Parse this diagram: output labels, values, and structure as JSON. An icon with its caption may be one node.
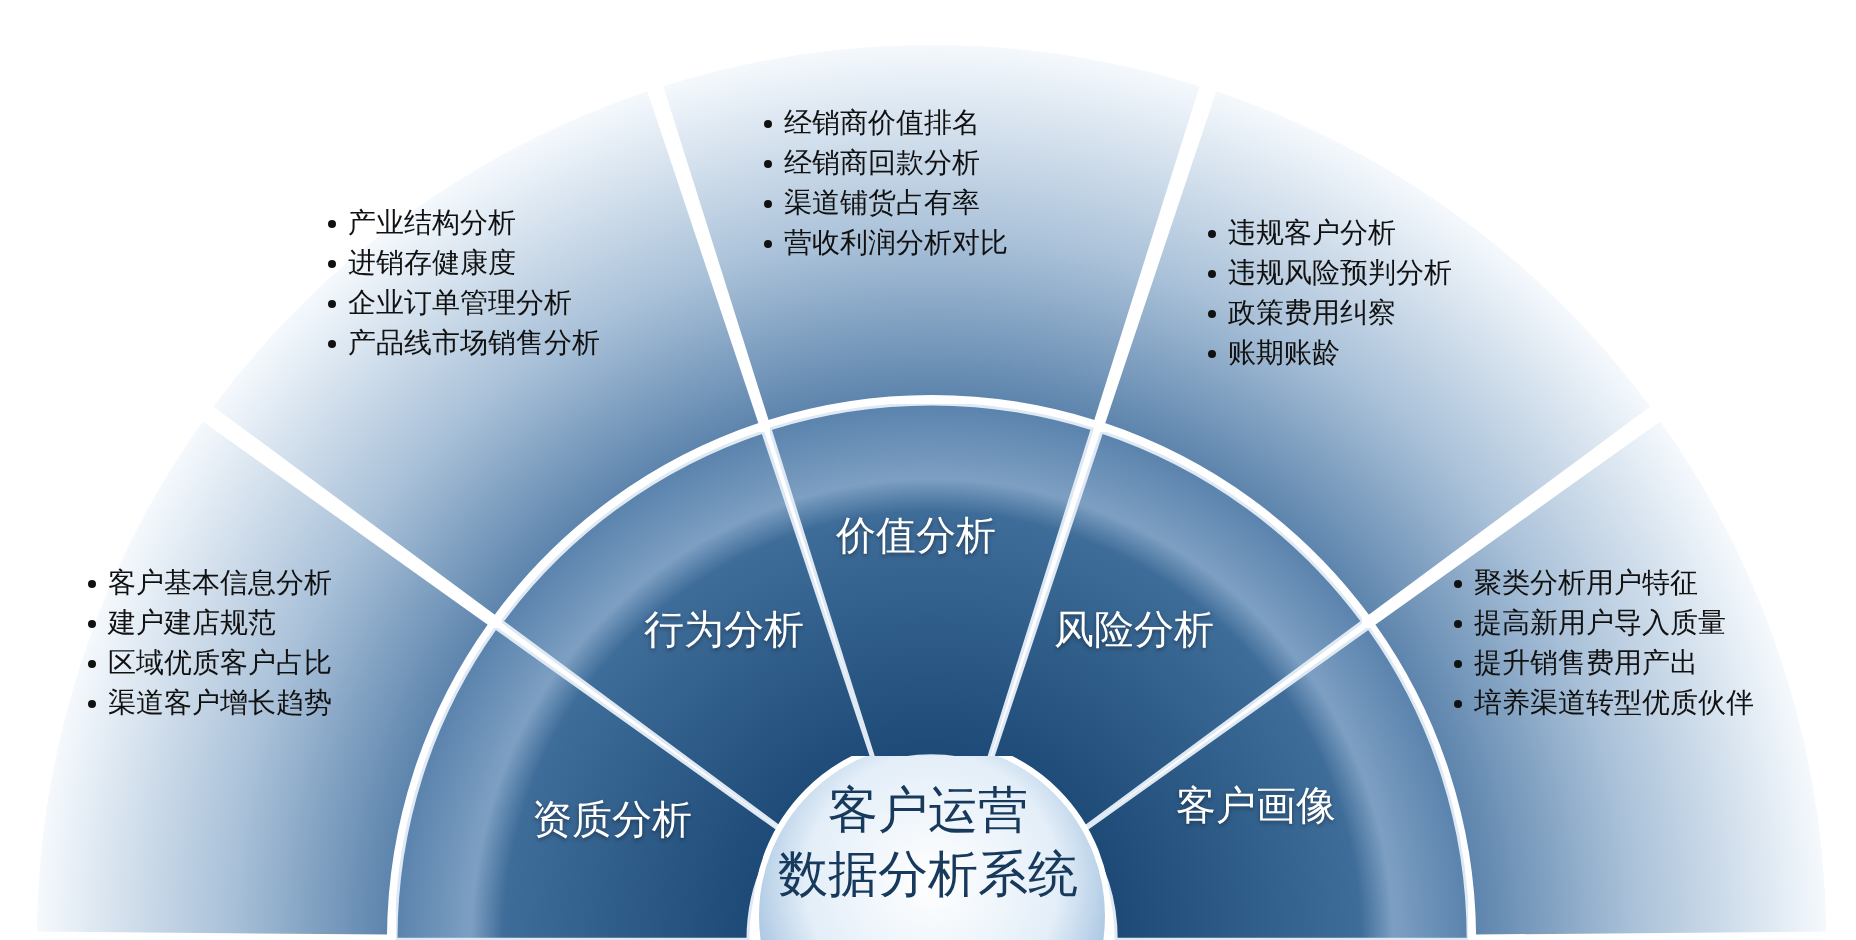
{
  "diagram": {
    "nodes": [
      {
        "text": [
          "客户基本信息分析",
          "建户建店规范",
          "区域优质客户占比",
          "渠道客户增长趋势"
        ]
      },
      {
        "text": [
          "产业结构分析",
          "进销存健康度",
          "企业订单管理分析",
          "产品线市场销售分析"
        ]
      },
      {
        "text": [
          "经销商价值排名",
          "经销商回款分析",
          "渠道铺货占有率",
          "营收利润分析对比"
        ]
      },
      {
        "text": [
          "违规客户分析",
          "违规风险预判分析",
          "政策费用纠察",
          "账期账龄"
        ]
      },
      {
        "text": [
          "聚类分析用户特征",
          "提高新用户导入质量",
          "提升销售费用产出",
          "培养渠道转型优质伙伴"
        ]
      },
      {
        "text": [
          "资质分析"
        ]
      },
      {
        "text": [
          "行为分析"
        ]
      },
      {
        "text": [
          "价值分析"
        ]
      },
      {
        "text": [
          "风险分析"
        ]
      },
      {
        "text": [
          "客户画像"
        ]
      },
      {
        "text": [
          "客户运营",
          "数据分析系统"
        ]
      }
    ]
  }
}
